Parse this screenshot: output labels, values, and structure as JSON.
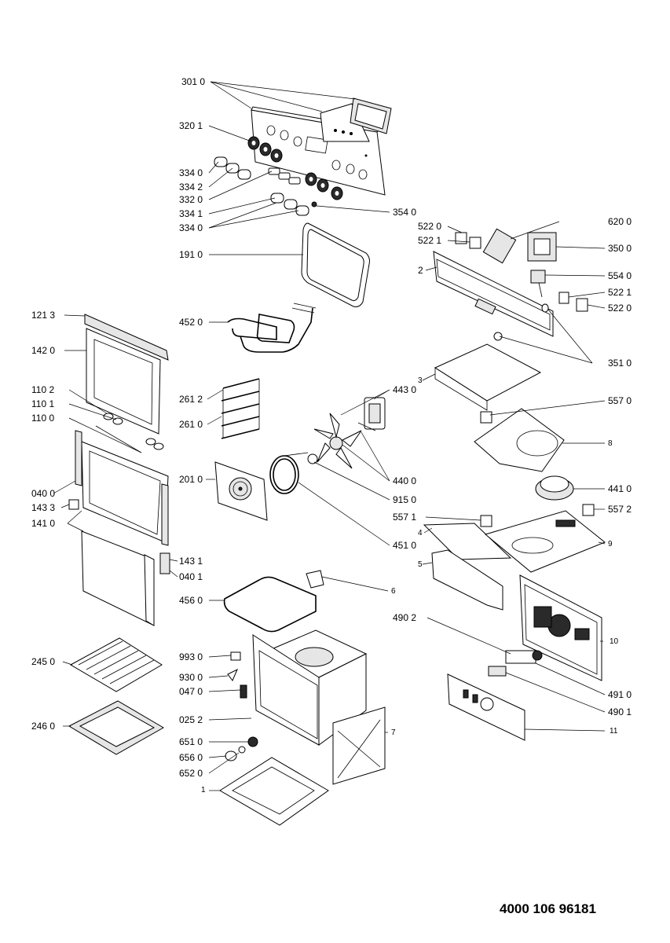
{
  "drawing_number": "4000 106 96181",
  "labels": {
    "l3010": "301 0",
    "l3201": "320 1",
    "l3340": "334 0",
    "l3342": "334 2",
    "l3320": "332 0",
    "l3341": "334 1",
    "l3340b": "334 0",
    "l3540": "354 0",
    "l1910": "191 0",
    "l5220": "522 0",
    "l5221": "522 1",
    "l6200": "620 0",
    "l3500": "350 0",
    "l2": "2",
    "l5540": "554 0",
    "l5221b": "522 1",
    "l5220b": "522 0",
    "l1213": "121 3",
    "l4520": "452 0",
    "l1420": "142 0",
    "l3510": "351 0",
    "l1102": "110 2",
    "l1101": "110 1",
    "l1100": "110 0",
    "l2612": "261 2",
    "l2610": "261 0",
    "l3": "3",
    "l4430": "443 0",
    "l5570": "557 0",
    "l8": "8",
    "l2010": "201 0",
    "l4400": "440 0",
    "l0400": "040 0",
    "l1433": "143 3",
    "l1410": "141 0",
    "l9150": "915 0",
    "l4410": "441 0",
    "l5571": "557 1",
    "l5572": "557 2",
    "l4": "4",
    "l9": "9",
    "l4510": "451 0",
    "l1431": "143 1",
    "l0401": "040 1",
    "l5": "5",
    "l6": "6",
    "l4560": "456 0",
    "l4902": "490 2",
    "l10": "10",
    "l9930": "993 0",
    "l2450": "245 0",
    "l9300": "930 0",
    "l0470": "047 0",
    "l4910": "491 0",
    "l4901": "490 1",
    "l0252": "025 2",
    "l2460": "246 0",
    "l11": "11",
    "l7": "7",
    "l6510": "651 0",
    "l6560": "656 0",
    "l6520": "652 0",
    "l1": "1"
  }
}
